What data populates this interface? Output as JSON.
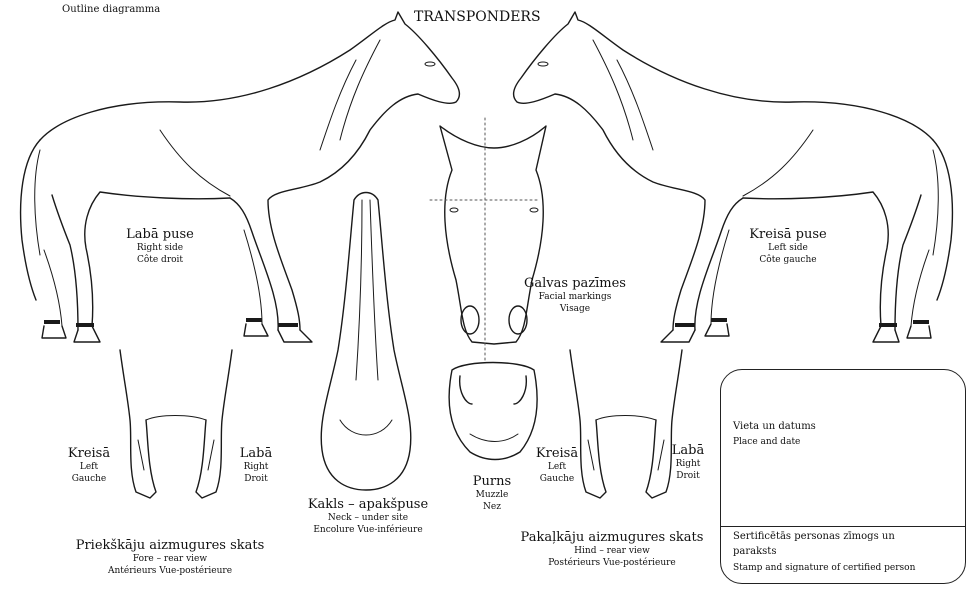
{
  "header": {
    "outline_label": "Outline diagramma",
    "title": "TRANSPONDERS"
  },
  "right_side": {
    "lv": "Labā puse",
    "en": "Right side",
    "fr": "Côte droit"
  },
  "left_side": {
    "lv": "Kreisā puse",
    "en": "Left side",
    "fr": "Côte gauche"
  },
  "head": {
    "lv": "Galvas pazīmes",
    "en": "Facial markings",
    "fr": "Visage"
  },
  "muzzle": {
    "lv": "Purns",
    "en": "Muzzle",
    "fr": "Nez"
  },
  "neck": {
    "lv": "Kakls – apakšpuse",
    "en": "Neck – under site",
    "fr": "Encolure Vue-inférieure"
  },
  "fore": {
    "left": {
      "lv": "Kreisā",
      "en": "Left",
      "fr": "Gauche"
    },
    "right": {
      "lv": "Labā",
      "en": "Right",
      "fr": "Droit"
    },
    "caption": {
      "lv": "Priekškāju aizmugures skats",
      "en": "Fore – rear view",
      "fr": "Antérieurs Vue-postérieure"
    }
  },
  "hind": {
    "left": {
      "lv": "Kreisā",
      "en": "Left",
      "fr": "Gauche"
    },
    "right": {
      "lv": "Labā",
      "en": "Right",
      "fr": "Droit"
    },
    "caption": {
      "lv": "Pakaļkāju aizmugures skats",
      "en": "Hind – rear view",
      "fr": "Postérieurs Vue-postérieure"
    }
  },
  "certificate": {
    "place_lv": "Vieta un datums",
    "place_en": "Place and date",
    "stamp_lv_1": "Sertificētās personas zīmogs un",
    "stamp_lv_2": "paraksts",
    "stamp_en": "Stamp and signature of certified person"
  }
}
